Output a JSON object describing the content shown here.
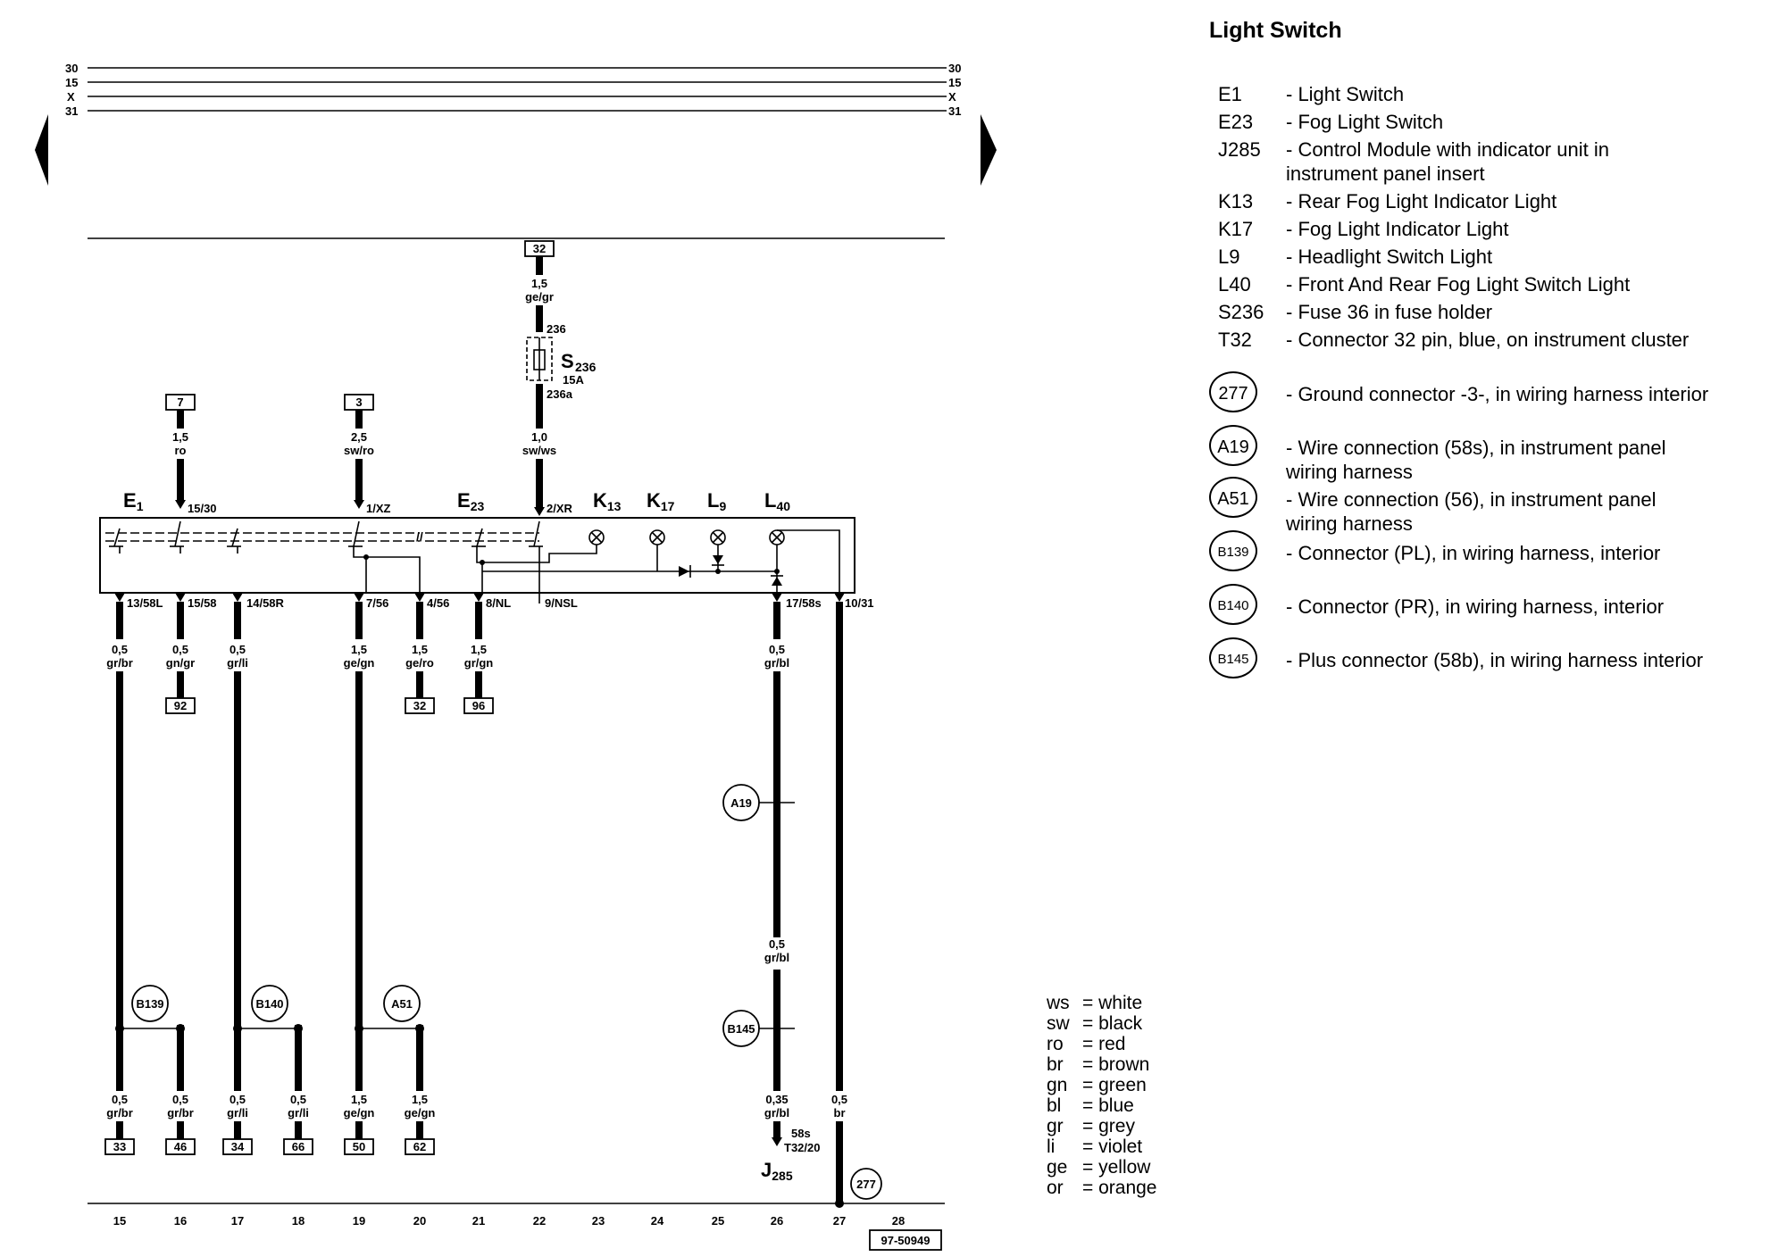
{
  "title": "Light Switch",
  "diagram_number": "97-50949",
  "rails": [
    "30",
    "15",
    "X",
    "31"
  ],
  "components": [
    {
      "code": "E1",
      "description": "- Light Switch"
    },
    {
      "code": "E23",
      "description": "- Fog Light Switch"
    },
    {
      "code": "J285",
      "description": "- Control Module with indicator unit in instrument panel insert"
    },
    {
      "code": "K13",
      "description": "- Rear Fog Light Indicator Light"
    },
    {
      "code": "K17",
      "description": "- Fog Light Indicator Light"
    },
    {
      "code": "L9",
      "description": "- Headlight Switch Light"
    },
    {
      "code": "L40",
      "description": "- Front And Rear Fog Light Switch Light"
    },
    {
      "code": "S236",
      "description": "- Fuse 36 in fuse holder"
    },
    {
      "code": "T32",
      "description": "- Connector 32 pin, blue, on instrument cluster"
    }
  ],
  "connectors": [
    {
      "code": "277",
      "description": "- Ground connector -3-, in wiring harness interior"
    },
    {
      "code": "A19",
      "description": "- Wire connection (58s), in instrument panel wiring harness"
    },
    {
      "code": "A51",
      "description": "- Wire connection (56), in instrument panel wiring harness"
    },
    {
      "code": "B139",
      "description": "- Connector (PL), in wiring harness, interior"
    },
    {
      "code": "B140",
      "description": "- Connector (PR), in wiring harness, interior"
    },
    {
      "code": "B145",
      "description": "- Plus connector (58b), in wiring harness interior"
    }
  ],
  "color_codes": [
    {
      "code": "ws",
      "meaning": "= white"
    },
    {
      "code": "sw",
      "meaning": "= black"
    },
    {
      "code": "ro",
      "meaning": "= red"
    },
    {
      "code": "br",
      "meaning": "= brown"
    },
    {
      "code": "gn",
      "meaning": "= green"
    },
    {
      "code": "bl",
      "meaning": "= blue"
    },
    {
      "code": "gr",
      "meaning": "= grey"
    },
    {
      "code": "li",
      "meaning": "= violet"
    },
    {
      "code": "ge",
      "meaning": "= yellow"
    },
    {
      "code": "or",
      "meaning": "= orange"
    }
  ],
  "labels": {
    "e1_main": "E",
    "e1_sub": "1",
    "e23_main": "E",
    "e23_sub": "23",
    "k13_main": "K",
    "k13_sub": "13",
    "k17_main": "K",
    "k17_sub": "17",
    "l9_main": "L",
    "l9_sub": "9",
    "l40_main": "L",
    "l40_sub": "40",
    "s236_main": "S",
    "s236_sub": "236",
    "fuse_rating": "15A",
    "fuse_in": "236",
    "fuse_out": "236a",
    "j285_main": "J",
    "j285_sub": "285",
    "j285_pin": "58s",
    "j285_conn": "T32/20"
  },
  "top_boxes": [
    {
      "ref": "7",
      "size": "1,5",
      "color": "ro",
      "pin": "15/30"
    },
    {
      "ref": "3",
      "size": "2,5",
      "color": "sw/ro",
      "pin": "1/XZ"
    },
    {
      "ref": "32",
      "size": "1,5",
      "color": "ge/gr",
      "size2": "1,0",
      "color2": "sw/ws",
      "pin": "2/XR"
    }
  ],
  "bottom_pins": [
    "13/58L",
    "15/58",
    "14/58R",
    "7/56",
    "4/56",
    "8/NL",
    "9/NSL",
    "17/58s",
    "10/31"
  ],
  "mid_wires": [
    {
      "size": "0,5",
      "color": "gr/br"
    },
    {
      "size": "0,5",
      "color": "gn/gr",
      "ref": "92"
    },
    {
      "size": "0,5",
      "color": "gr/li"
    },
    {
      "size": "1,5",
      "color": "ge/gn"
    },
    {
      "size": "1,5",
      "color": "ge/ro",
      "ref": "32"
    },
    {
      "size": "1,5",
      "color": "gr/gn",
      "ref": "96"
    },
    {
      "size": "0,5",
      "color": "gr/bl"
    }
  ],
  "mid_wire_2": {
    "size": "0,5",
    "color": "gr/bl"
  },
  "bottom_wires": [
    {
      "size": "0,5",
      "color": "gr/br",
      "ref": "33"
    },
    {
      "size": "0,5",
      "color": "gr/br",
      "ref": "46"
    },
    {
      "size": "0,5",
      "color": "gr/li",
      "ref": "34"
    },
    {
      "size": "0,5",
      "color": "gr/li",
      "ref": "66"
    },
    {
      "size": "1,5",
      "color": "ge/gn",
      "ref": "50"
    },
    {
      "size": "1,5",
      "color": "ge/gn",
      "ref": "62"
    },
    {
      "size": "0,35",
      "color": "gr/bl"
    },
    {
      "size": "0,5",
      "color": "br"
    }
  ],
  "splice_labels": [
    "B139",
    "B140",
    "A51",
    "A19",
    "B145",
    "277"
  ],
  "track_numbers": [
    "15",
    "16",
    "17",
    "18",
    "19",
    "20",
    "21",
    "22",
    "23",
    "24",
    "25",
    "26",
    "27",
    "28"
  ]
}
